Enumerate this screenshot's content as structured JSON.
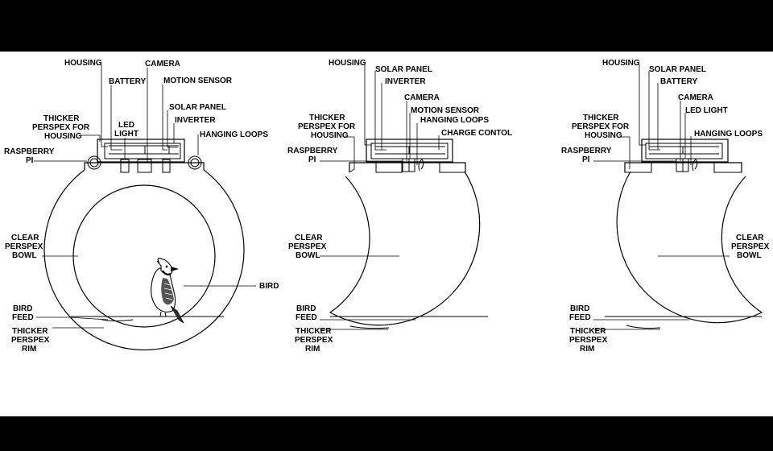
{
  "diagrams": [
    {
      "id": "closed",
      "labels": {
        "housing": "HOUSING",
        "camera": "CAMERA",
        "battery": "BATTERY",
        "motion_sensor": "MOTION SENSOR",
        "solar_panel": "SOLAR PANEL",
        "thicker_housing": [
          "THICKER",
          "PERSPEX FOR",
          "HOUSING"
        ],
        "led_light": [
          "LED",
          "LIGHT"
        ],
        "inverter": "INVERTER",
        "hanging_loops": "HANGING LOOPS",
        "raspberry_pi": [
          "RASPBERRY",
          "PI"
        ],
        "clear_bowl": [
          "CLEAR",
          "PERSPEX",
          "BOWL"
        ],
        "bird": "BIRD",
        "bird_feed": [
          "BIRD",
          "FEED"
        ],
        "thicker_rim": [
          "THICKER",
          "PERSPEX",
          "RIM"
        ]
      }
    },
    {
      "id": "open-left",
      "labels": {
        "housing": "HOUSING",
        "solar_panel": "SOLAR PANEL",
        "inverter": "INVERTER",
        "camera": "CAMERA",
        "thicker_housing": [
          "THICKER",
          "PERSPEX FOR",
          "HOUSING"
        ],
        "motion_sensor": "MOTION SENSOR",
        "hanging_loops": "HANGING LOOPS",
        "charge_control": "CHARGE CONTOL",
        "raspberry_pi": [
          "RASPBERRY",
          "PI"
        ],
        "clear_bowl": [
          "CLEAR",
          "PERSPEX",
          "BOWL"
        ],
        "bird_feed": [
          "BIRD",
          "FEED"
        ],
        "thicker_rim": [
          "THICKER",
          "PERSPEX",
          "RIM"
        ]
      }
    },
    {
      "id": "open-right",
      "labels": {
        "housing": "HOUSING",
        "solar_panel": "SOLAR PANEL",
        "battery": "BATTERY",
        "camera": "CAMERA",
        "thicker_housing": [
          "THICKER",
          "PERSPEX FOR",
          "HOUSING"
        ],
        "led_light": "LED LIGHT",
        "hanging_loops": "HANGING LOOPS",
        "raspberry_pi": [
          "RASPBERRY",
          "PI"
        ],
        "clear_bowl": [
          "CLEAR",
          "PERSPEX",
          "BOWL"
        ],
        "bird_feed": [
          "BIRD",
          "FEED"
        ],
        "thicker_rim": [
          "THICKER",
          "PERSPEX",
          "RIM"
        ]
      }
    }
  ]
}
